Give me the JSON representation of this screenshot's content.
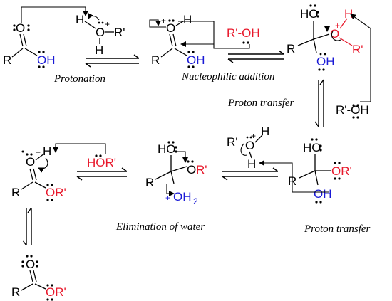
{
  "steps": {
    "protonation": "Protonation",
    "nucleophilic_addition": "Nucleophilic addition",
    "proton_transfer_1": "Proton transfer",
    "elimination": "Elimination of water",
    "proton_transfer_2": "Proton transfer"
  },
  "atoms": {
    "O": "O",
    "OH": "OH",
    "H": "H",
    "R": "R",
    "Rp": "R'",
    "HO": "HO",
    "OR": "OR'",
    "HOR": "HOR'",
    "ROH": "R'-OH",
    "OH2": "OH",
    "sub2": "2",
    "plus": "+",
    "minusbond": "-"
  },
  "colors": {
    "black": "#000000",
    "red": "#e8192c",
    "blue": "#1a1ad6"
  }
}
